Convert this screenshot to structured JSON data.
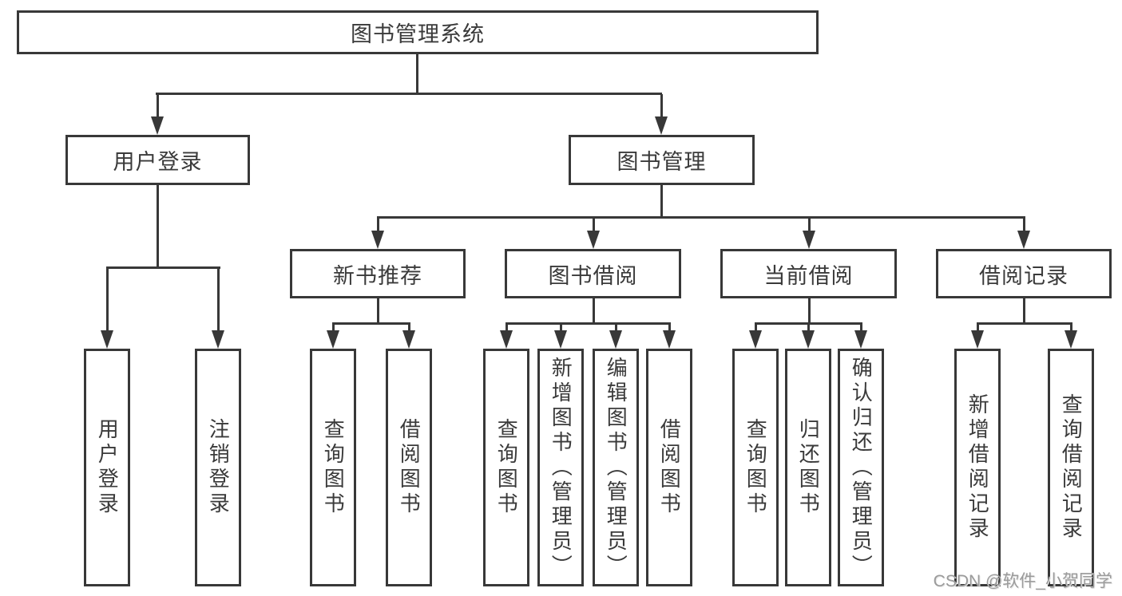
{
  "diagram": {
    "root": {
      "label": "图书管理系统"
    },
    "branches": [
      {
        "label": "用户登录",
        "children": [
          {
            "label": "用户登录"
          },
          {
            "label": "注销登录"
          }
        ]
      },
      {
        "label": "图书管理",
        "children": [
          {
            "label": "新书推荐",
            "children": [
              {
                "label": "查询图书"
              },
              {
                "label": "借阅图书"
              }
            ]
          },
          {
            "label": "图书借阅",
            "children": [
              {
                "label": "查询图书"
              },
              {
                "label": "新增图书（管理员）"
              },
              {
                "label": "编辑图书（管理员）"
              },
              {
                "label": "借阅图书"
              }
            ]
          },
          {
            "label": "当前借阅",
            "children": [
              {
                "label": "查询图书"
              },
              {
                "label": "归还图书"
              },
              {
                "label": "确认归还（管理员）"
              }
            ]
          },
          {
            "label": "借阅记录",
            "children": [
              {
                "label": "新增借阅记录"
              },
              {
                "label": "查询借阅记录"
              }
            ]
          }
        ]
      }
    ]
  },
  "watermark": {
    "text": "CSDN @软件_小贺同学"
  },
  "colors": {
    "line": "#383838",
    "box_border": "#383838",
    "box_background": "#ffffff",
    "text": "#3a3a3a",
    "watermark_text": "#9b9b9b",
    "page_background": "#ffffff"
  }
}
